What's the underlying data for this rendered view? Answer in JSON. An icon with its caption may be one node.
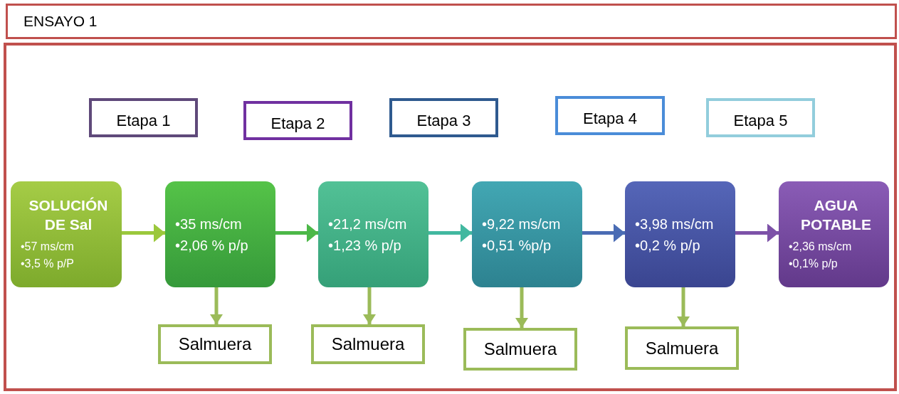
{
  "diagram": {
    "nodes": [
      {
        "text": [
          "ENSAYO 1"
        ]
      },
      {
        "text": [],
        "shape": "box"
      },
      {
        "text": [
          "Etapa 1"
        ],
        "in": 1
      },
      {
        "text": [
          "Etapa 2"
        ],
        "in": 1
      },
      {
        "text": [
          "Etapa 3"
        ],
        "in": 1
      },
      {
        "text": [
          "Etapa 4"
        ],
        "in": 1
      },
      {
        "text": [
          "Etapa 5"
        ],
        "in": 1
      },
      {
        "text": [
          "SOLUCIÓN DE Sal",
          "•57 ms/cm",
          "•3,5 % p/P"
        ],
        "in": 1
      },
      {
        "text": [
          "•35 ms/cm",
          "•2,06 % p/p"
        ],
        "in": 1
      },
      {
        "text": [
          "•21,2 ms/cm",
          "•1,23 % p/p"
        ],
        "in": 1
      },
      {
        "text": [
          "•9,22 ms/cm",
          "•0,51 %p/p"
        ],
        "in": 1
      },
      {
        "text": [
          "•3,98 ms/cm",
          "•0,2 % p/p"
        ],
        "in": 1
      },
      {
        "text": [
          "AGUA POTABLE",
          "•2,36 ms/cm",
          "•0,1% p/p"
        ],
        "in": 1
      },
      {
        "text": [
          "Salmuera"
        ],
        "in": 1
      },
      {
        "text": [
          "Salmuera"
        ],
        "in": 1
      },
      {
        "text": [
          "Salmuera"
        ],
        "in": 1
      },
      {
        "text": [
          "Salmuera"
        ],
        "in": 1
      }
    ],
    "edges": [
      {
        "from": 7,
        "to": 8,
        "arrow": "to",
        "color": "#9bc83c"
      },
      {
        "from": 8,
        "to": 9,
        "arrow": "to",
        "color": "#4cb848"
      },
      {
        "from": 9,
        "to": 10,
        "arrow": "to",
        "color": "#42b8a0"
      },
      {
        "from": 10,
        "to": 11,
        "arrow": "to",
        "color": "#4a6cb4"
      },
      {
        "from": 11,
        "to": 12,
        "arrow": "to",
        "color": "#7d52a8"
      },
      {
        "from": 8,
        "to": 13,
        "arrow": "to"
      },
      {
        "from": 9,
        "to": 14,
        "arrow": "to"
      },
      {
        "from": 10,
        "to": 15,
        "arrow": "to"
      },
      {
        "from": 11,
        "to": 16,
        "arrow": "to"
      }
    ]
  }
}
